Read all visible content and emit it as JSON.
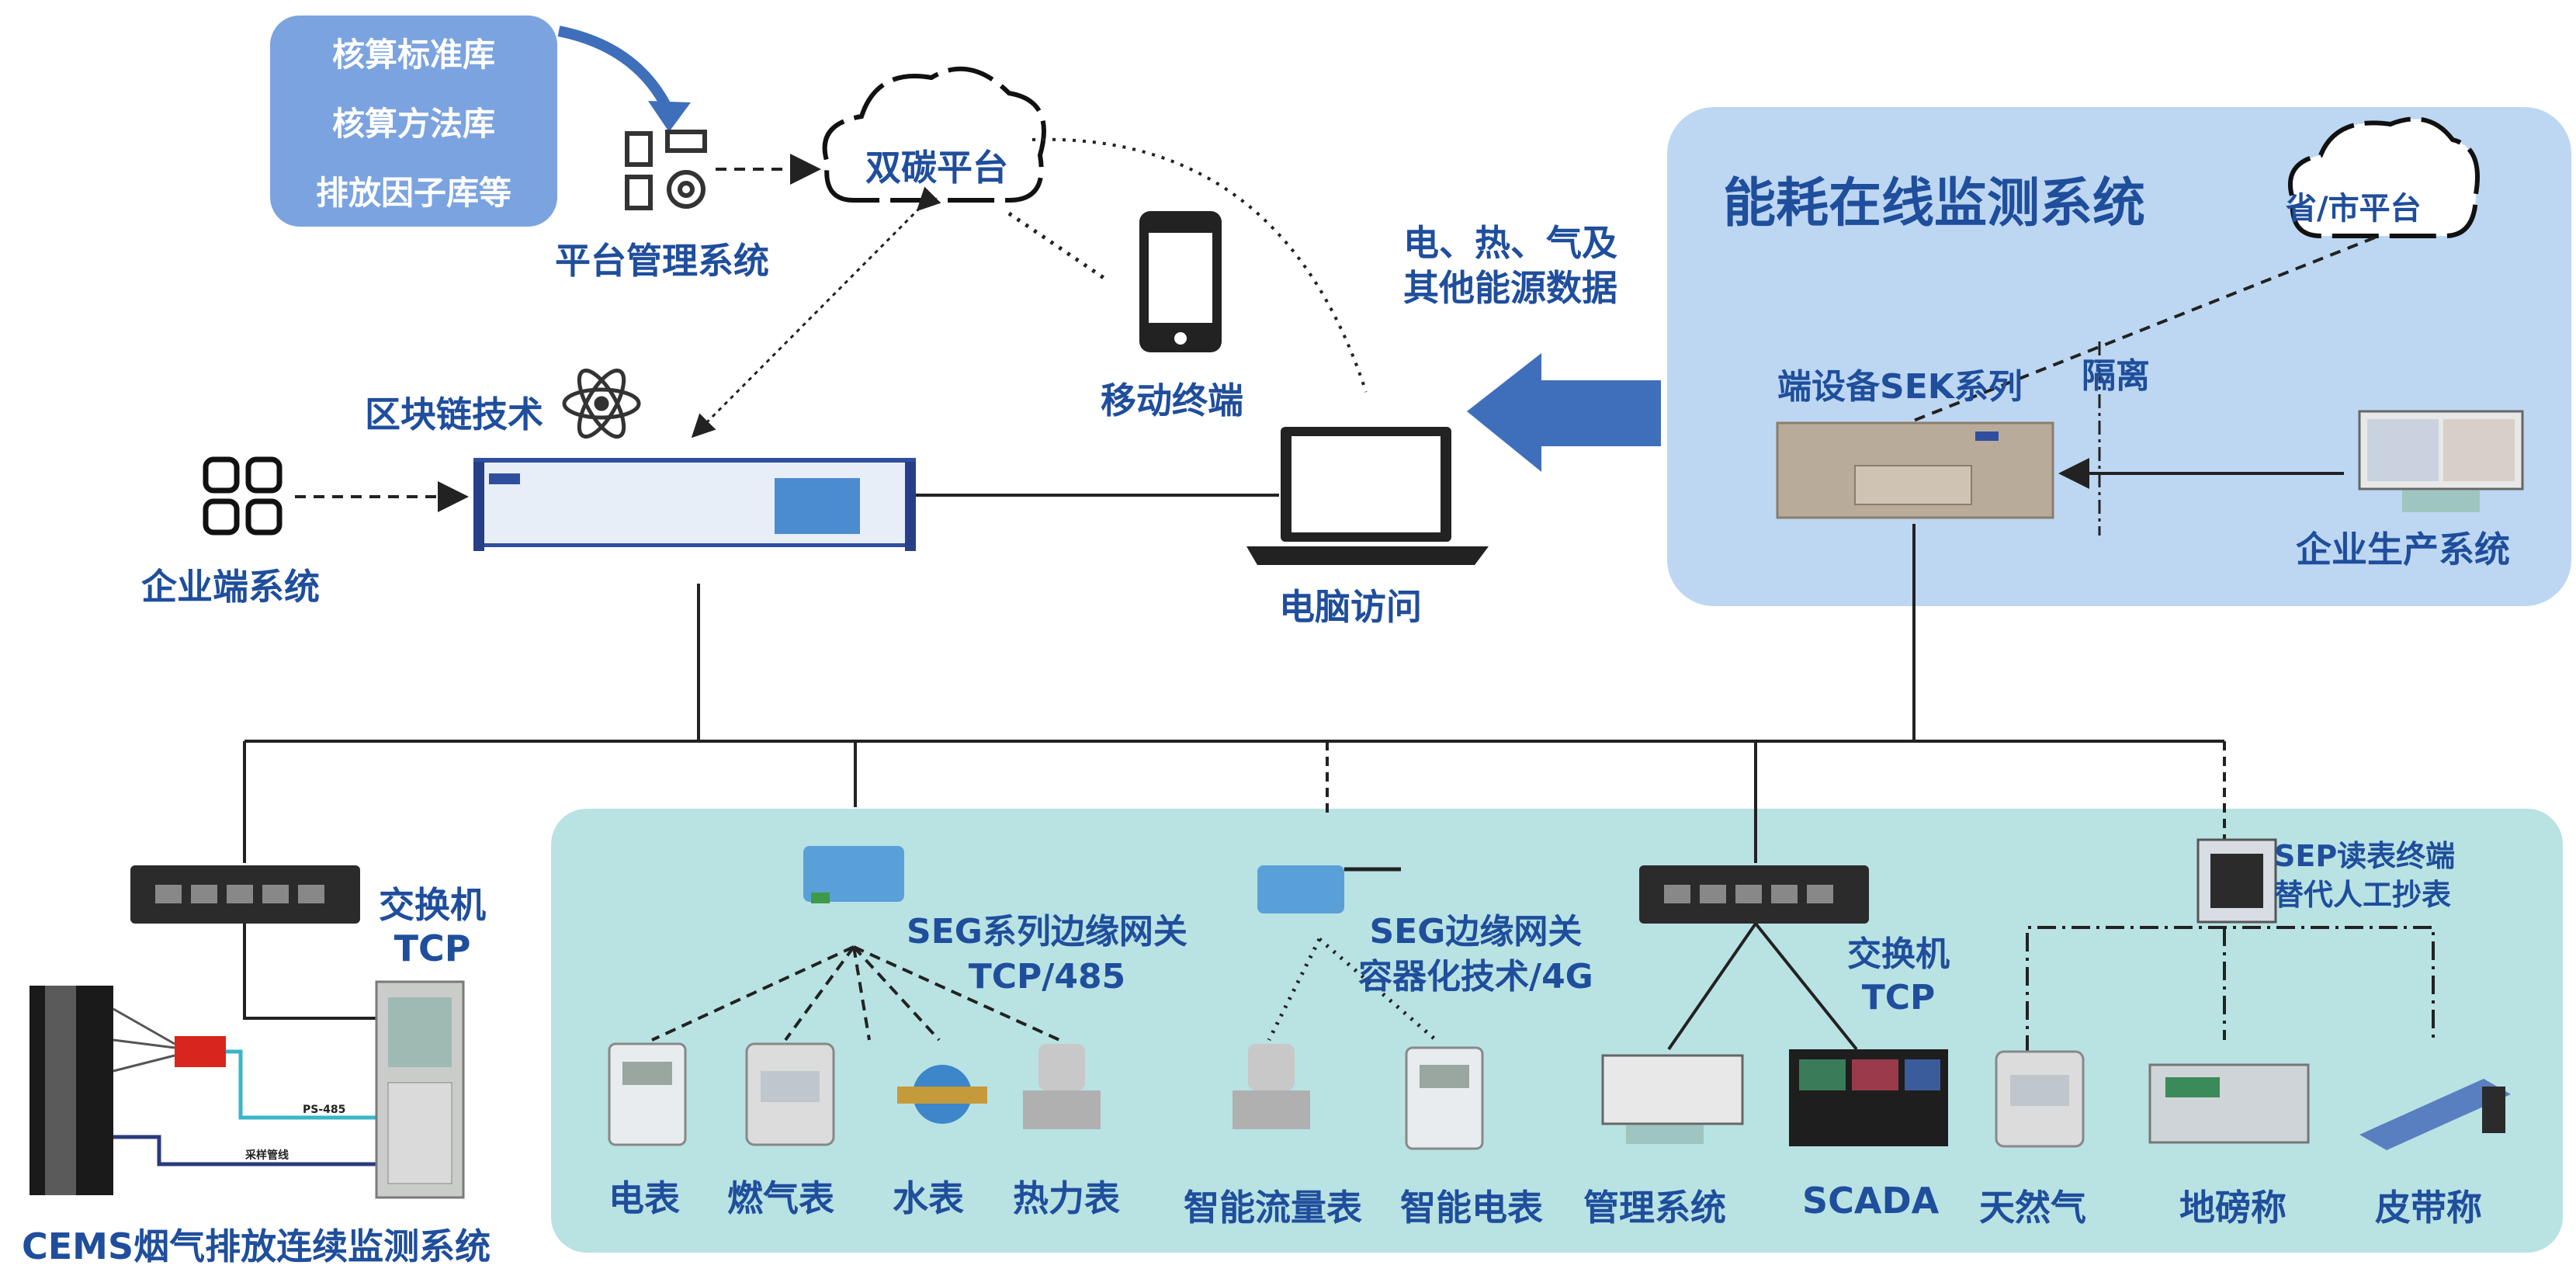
{
  "databases": [
    "核算标准库",
    "核算方法库",
    "排放因子库等"
  ],
  "platform_mgmt": "平台管理系统",
  "dual_carbon_cloud": "双碳平台",
  "mobile_terminal": "移动终端",
  "blockchain": "区块链技术",
  "enterprise_system": "企业端系统",
  "pc_access": "电脑访问",
  "energy_data": [
    "电、热、气及",
    "其他能源数据"
  ],
  "monitoring_system": {
    "title": "能耗在线监测系统",
    "province_cloud": "省/市平台",
    "sek_device": "端设备SEK系列",
    "isolation": "隔离",
    "production_system": "企业生产系统"
  },
  "left_switch": [
    "交换机",
    "TCP"
  ],
  "cems_title": "CEMS烟气排放连续监测系统",
  "cems_labels": [
    "PS-485",
    "采样管线"
  ],
  "seg_gateway": [
    "SEG系列边缘网关",
    "TCP/485"
  ],
  "seg_container": [
    "SEG边缘网关",
    "容器化技术/4G"
  ],
  "right_switch": [
    "交换机",
    "TCP"
  ],
  "sep_terminal": [
    "SEP读表终端",
    "替代人工抄表"
  ],
  "devices": [
    "电表",
    "燃气表",
    "水表",
    "热力表",
    "智能流量表",
    "智能电表",
    "管理系统",
    "SCADA",
    "天然气",
    "地磅称",
    "皮带称"
  ],
  "colors": {
    "label_blue": "#1f4e9c",
    "panel_blue": "#bdd7f2",
    "panel_teal": "#b9e2e3",
    "db_box": "#7ba3df",
    "arrow_blue": "#3f6fba"
  }
}
